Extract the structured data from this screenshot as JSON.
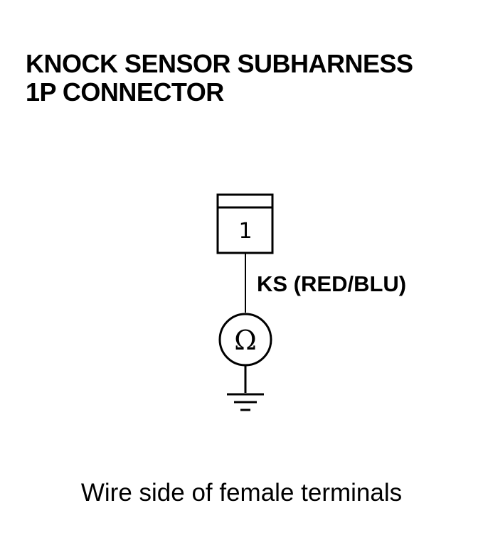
{
  "title": {
    "line1": "KNOCK SENSOR SUBHARNESS",
    "line2": "1P CONNECTOR"
  },
  "connector": {
    "terminal_number": "1"
  },
  "wire": {
    "label": "KS (RED/BLU)"
  },
  "meter": {
    "symbol": "Ω",
    "icon": "ohmmeter-icon"
  },
  "ground": {
    "icon": "ground-icon"
  },
  "caption": "Wire side of female terminals",
  "colors": {
    "ink": "#000000",
    "background": "#ffffff"
  }
}
